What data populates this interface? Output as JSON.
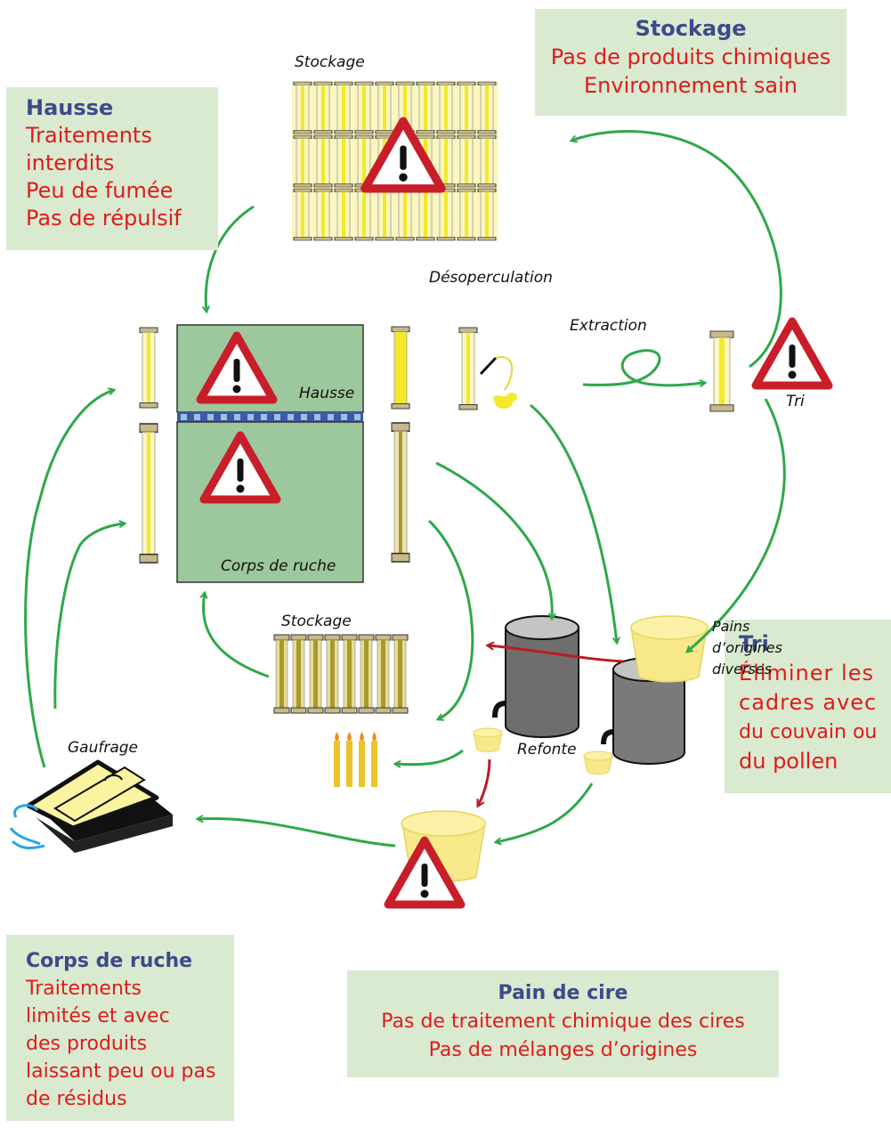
{
  "boxes": {
    "hausse": {
      "title": "Hausse",
      "lines": [
        "Traitements",
        "interdits",
        "Peu de fumée",
        "Pas de répulsif"
      ]
    },
    "stockage": {
      "title": "Stockage",
      "lines": [
        "Pas de produits chimiques",
        "Environnement sain"
      ]
    },
    "tri": {
      "title": "Tri",
      "lines": [
        "Éliminer les",
        "cadres avec",
        "du couvain ou",
        "du pollen"
      ]
    },
    "corps": {
      "title": "Corps de ruche",
      "lines": [
        "Traitements",
        "limités et avec",
        "des produits",
        "laissant peu ou pas",
        "de résidus"
      ]
    },
    "pain": {
      "title": "Pain de cire",
      "lines": [
        "Pas de traitement chimique des cires",
        "Pas de mélanges d’origines"
      ]
    }
  },
  "labels": {
    "stockage_top": "Stockage",
    "desoperculation": "Désoperculation",
    "extraction": "Extraction",
    "tri": "Tri",
    "hausse": "Hausse",
    "corps_de_ruche": "Corps de ruche",
    "stockage_mid": "Stockage",
    "gaufrage": "Gaufrage",
    "refonte": "Refonte",
    "pains_1": "Pains",
    "pains_2": "d’origines",
    "pains_3": "diverses"
  },
  "colors": {
    "box_bg": "#d9ead0",
    "hive_green": "#9dc79c",
    "arrow_green": "#2fa84a",
    "arrow_red": "#b81c24",
    "warning_red": "#c81e2a",
    "frame_yellow": "#f3e92a",
    "wax_yellow": "#f7e98a"
  },
  "icons": [
    "warning-icon",
    "frame-icon",
    "barrel-icon",
    "wax-bowl-icon",
    "candles-icon",
    "press-icon"
  ]
}
